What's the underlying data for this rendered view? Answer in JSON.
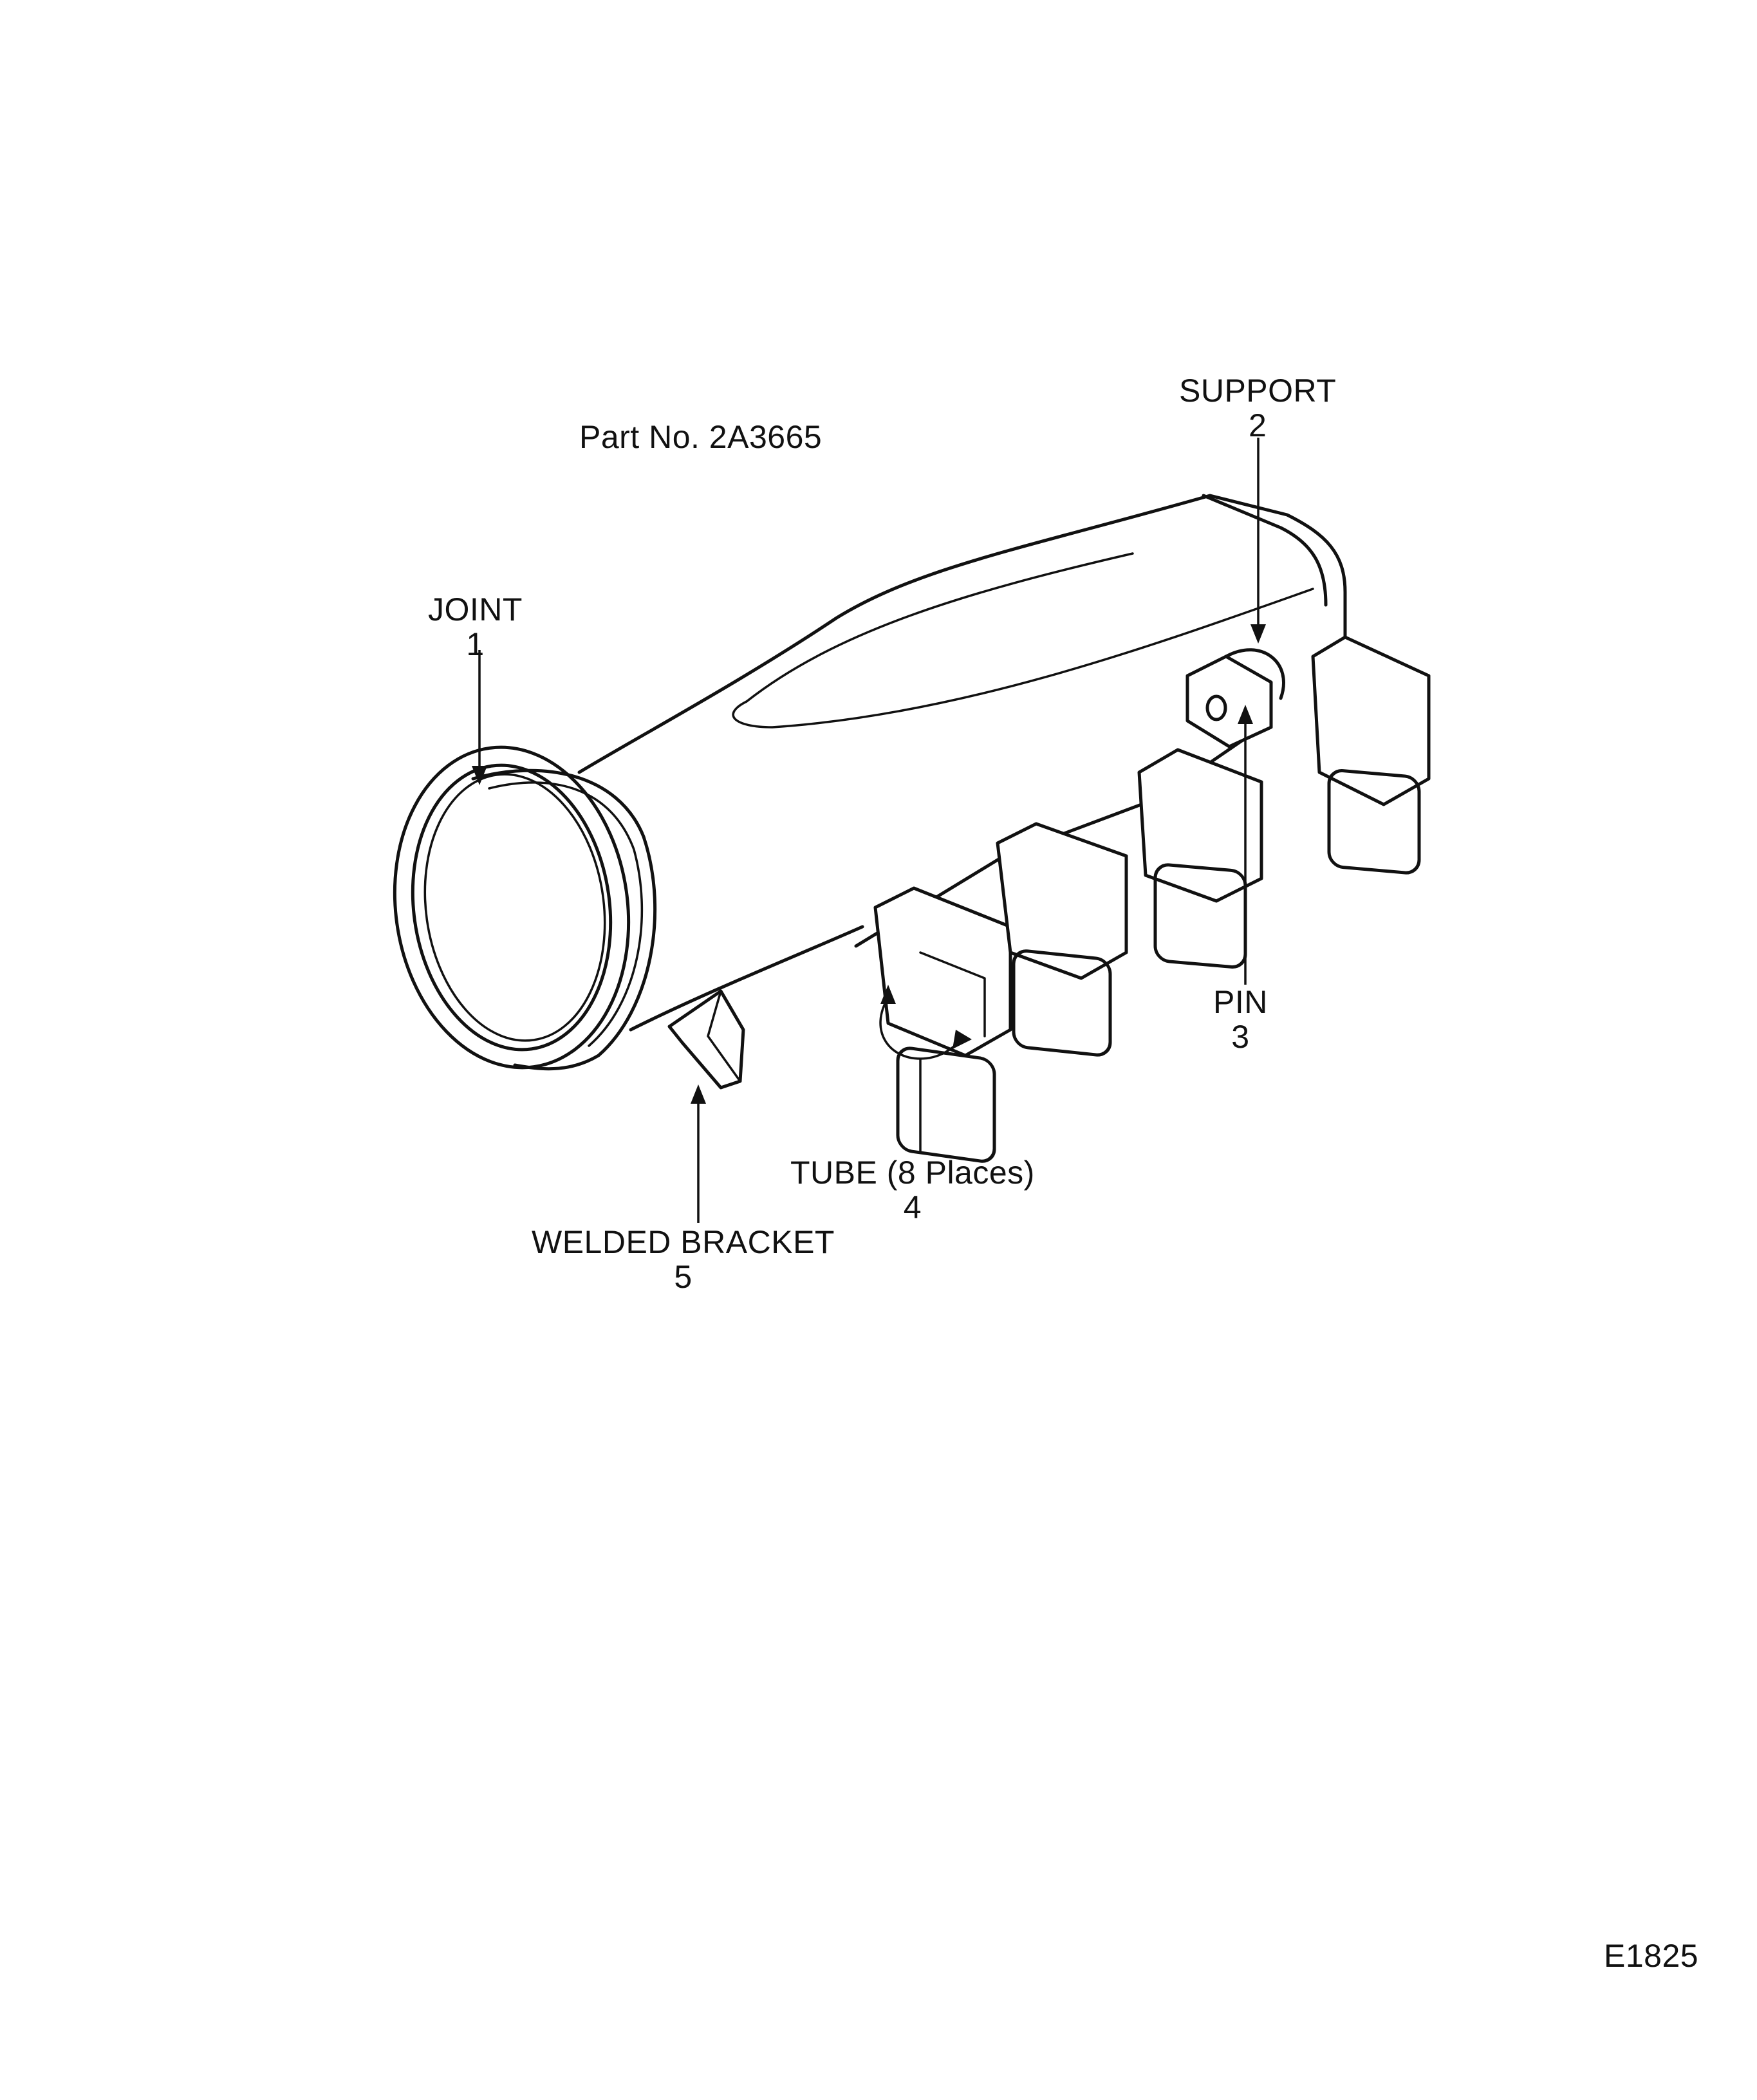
{
  "part_number": "Part No. 2A3665",
  "figure_id": "E1825",
  "callouts": [
    {
      "key": "joint",
      "name": "JOINT",
      "number": "1"
    },
    {
      "key": "support",
      "name": "SUPPORT",
      "number": "2"
    },
    {
      "key": "pin",
      "name": "PIN",
      "number": "3"
    },
    {
      "key": "tube",
      "name": "TUBE (8 Places)",
      "number": "4"
    },
    {
      "key": "welded_bracket",
      "name": "WELDED BRACKET",
      "number": "5"
    }
  ]
}
